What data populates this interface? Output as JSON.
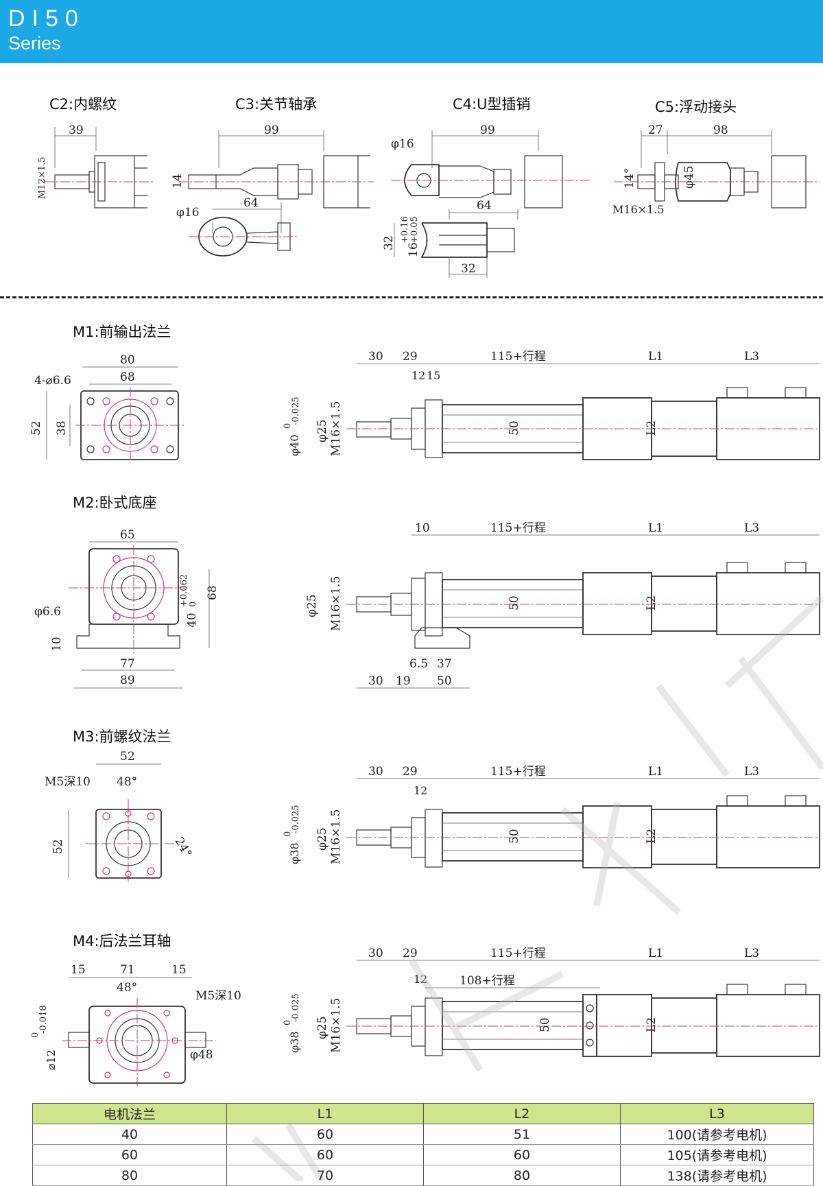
{
  "header": {
    "title": "DI50",
    "subtitle": "Series"
  },
  "sections": {
    "c2": "C2:内螺纹",
    "c3": "C3:关节轴承",
    "c4": "C4:U型插销",
    "c5": "C5:浮动接头",
    "m1": "M1:前输出法兰",
    "m2": "M2:卧式底座",
    "m3": "M3:前螺纹法兰",
    "m4": "M4:后法兰耳轴"
  },
  "dims": {
    "c2": {
      "len": "39",
      "thread": "M12×1.5"
    },
    "c3": {
      "len": "99",
      "w": "14",
      "phi": "φ16",
      "len2": "64"
    },
    "c4": {
      "phi": "φ16",
      "len": "99",
      "len2": "64",
      "h": "32",
      "slot": "16",
      "tol_hi": "+0.16",
      "tol_lo": "+0.05",
      "w": "32"
    },
    "c5": {
      "a": "27",
      "b": "98",
      "angle": "14°",
      "phi": "φ45",
      "thread": "M16×1.5"
    },
    "m1": {
      "w1": "80",
      "w2": "68",
      "holes": "4-⌀6.6",
      "h1": "52",
      "h2": "38",
      "s1": "30",
      "s2": "29",
      "s3": "12",
      "s4": "15",
      "stroke": "115+行程",
      "l1": "L1",
      "l3": "L3",
      "phi40": "φ40",
      "tol": "0",
      "tol2": "-0.025",
      "phi25": "φ25",
      "thread": "M16×1.5",
      "fifty": "50",
      "l2": "L2"
    },
    "m2": {
      "w": "65",
      "phi": "φ6.6",
      "h10": "10",
      "h40": "40",
      "tol_hi": "+0.062",
      "tol_lo": "0",
      "h68": "68",
      "b77": "77",
      "b89": "89",
      "s10": "10",
      "stroke": "115+行程",
      "l1": "L1",
      "l3": "L3",
      "phi25": "φ25",
      "thread": "M16×1.5",
      "fifty": "50",
      "l2": "L2",
      "a65": "6.5",
      "a37": "37",
      "b30": "30",
      "b19": "19",
      "b50": "50"
    },
    "m3": {
      "w": "52",
      "m5": "M5深10",
      "ang48": "48°",
      "ang24": "24°",
      "h": "52",
      "s1": "30",
      "s2": "29",
      "s3": "12",
      "stroke": "115+行程",
      "l1": "L1",
      "l3": "L3",
      "phi38": "φ38",
      "tol": "0",
      "tol2": "-0.025",
      "phi25": "φ25",
      "thread": "M16×1.5",
      "fifty": "50",
      "l2": "L2"
    },
    "m4": {
      "a": "15",
      "b": "71",
      "c": "15",
      "ang48": "48°",
      "m5": "M5深10",
      "phi12": "⌀12",
      "tol": "0",
      "tol2": "-0.018",
      "phi48": "φ48",
      "s1": "30",
      "s2": "29",
      "s3": "12",
      "stroke": "115+行程",
      "stroke2": "108+行程",
      "l1": "L1",
      "l3": "L3",
      "phi38": "φ38",
      "tol3": "0",
      "tol4": "-0.025",
      "phi25": "φ25",
      "thread": "M16×1.5",
      "fifty": "50",
      "l2": "L2"
    }
  },
  "table": {
    "headers": [
      "电机法兰",
      "L1",
      "L2",
      "L3"
    ],
    "rows": [
      [
        "40",
        "60",
        "51",
        "100(请参考电机)"
      ],
      [
        "60",
        "60",
        "60",
        "105(请参考电机)"
      ],
      [
        "80",
        "70",
        "80",
        "138(请参考电机)"
      ]
    ],
    "header_color": "#cfe58e"
  },
  "colors": {
    "header_bar": "#1aa8e6",
    "centerline": "#d0307a"
  }
}
